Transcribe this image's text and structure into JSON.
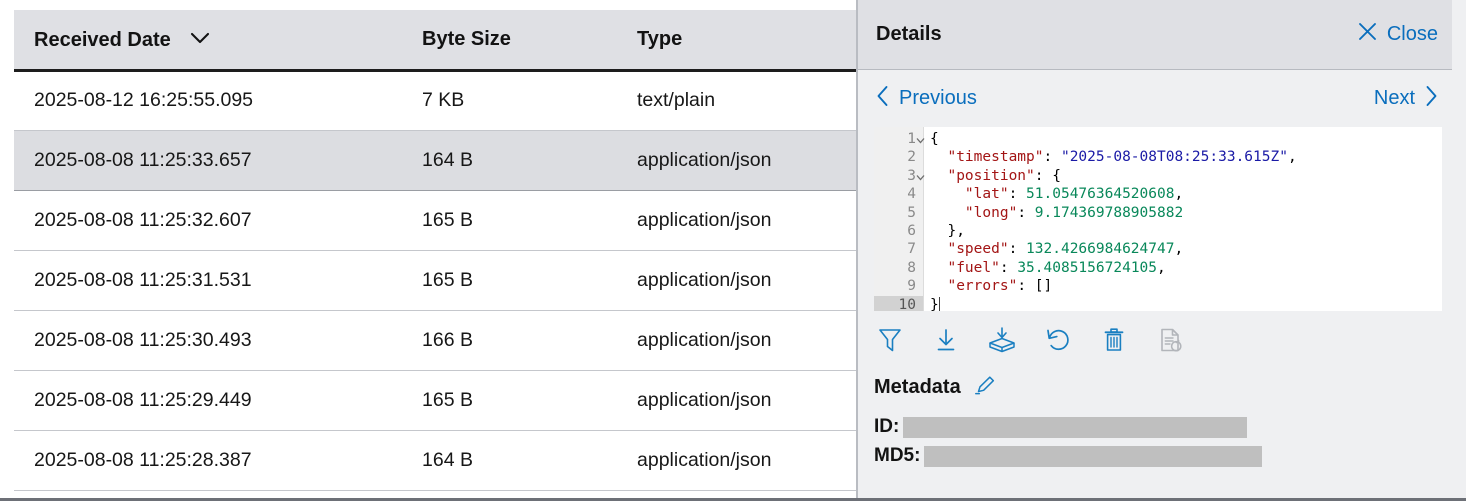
{
  "table": {
    "columns": [
      {
        "key": "received_date",
        "label": "Received Date",
        "sort_icon": "chevron-down-icon",
        "sorted": true
      },
      {
        "key": "byte_size",
        "label": "Byte Size"
      },
      {
        "key": "type",
        "label": "Type"
      }
    ],
    "rows": [
      {
        "received_date": "2025-08-12 16:25:55.095",
        "byte_size": "7 KB",
        "type": "text/plain",
        "selected": false
      },
      {
        "received_date": "2025-08-08 11:25:33.657",
        "byte_size": "164 B",
        "type": "application/json",
        "selected": true
      },
      {
        "received_date": "2025-08-08 11:25:32.607",
        "byte_size": "165 B",
        "type": "application/json",
        "selected": false
      },
      {
        "received_date": "2025-08-08 11:25:31.531",
        "byte_size": "165 B",
        "type": "application/json",
        "selected": false
      },
      {
        "received_date": "2025-08-08 11:25:30.493",
        "byte_size": "166 B",
        "type": "application/json",
        "selected": false
      },
      {
        "received_date": "2025-08-08 11:25:29.449",
        "byte_size": "165 B",
        "type": "application/json",
        "selected": false
      },
      {
        "received_date": "2025-08-08 11:25:28.387",
        "byte_size": "164 B",
        "type": "application/json",
        "selected": false
      }
    ]
  },
  "details": {
    "title": "Details",
    "close_label": "Close",
    "close_icon": "close-icon",
    "previous_label": "Previous",
    "previous_icon": "chevron-left-icon",
    "next_label": "Next",
    "next_icon": "chevron-right-icon",
    "editor": {
      "language": "json",
      "active_line": 10,
      "line_numbers": [
        "1",
        "2",
        "3",
        "4",
        "5",
        "6",
        "7",
        "8",
        "9",
        "10"
      ],
      "fold_lines": [
        1,
        3
      ],
      "lines": [
        "{",
        "  \"timestamp\": \"2025-08-08T08:25:33.615Z\",",
        "  \"position\": {",
        "    \"lat\": 51.05476364520608,",
        "    \"long\": 9.174369788905882",
        "  },",
        "  \"speed\": 132.4266984624747,",
        "  \"fuel\": 35.4085156724105,",
        "  \"errors\": []",
        "}"
      ],
      "content": {
        "timestamp": "2025-08-08T08:25:33.615Z",
        "position": {
          "lat": "51.05476364520608",
          "long": "9.174369788905882"
        },
        "speed": "132.4266984624747",
        "fuel": "35.4085156724105",
        "errors": "[]"
      }
    },
    "toolbar": [
      {
        "name": "filter-icon",
        "label": "Filter",
        "enabled": true
      },
      {
        "name": "download-icon",
        "label": "Download",
        "enabled": true
      },
      {
        "name": "archive-icon",
        "label": "Archive",
        "enabled": true
      },
      {
        "name": "restore-icon",
        "label": "Restore",
        "enabled": true
      },
      {
        "name": "delete-icon",
        "label": "Delete",
        "enabled": true
      },
      {
        "name": "document-refresh-icon",
        "label": "Reprocess",
        "enabled": false
      }
    ],
    "metadata": {
      "title": "Metadata",
      "edit_icon": "pencil-icon",
      "fields": [
        {
          "label": "ID:",
          "value": "",
          "redacted": true
        },
        {
          "label": "MD5:",
          "value": "",
          "redacted": true
        }
      ]
    }
  },
  "colors": {
    "accent": "#0a6ebd",
    "header_bg": "#dfe0e4",
    "selected_row_bg": "#dcdde1",
    "panel_bg": "#eff0f2",
    "redaction": "#bfbfbf",
    "disabled_icon": "#b2b5ba"
  }
}
